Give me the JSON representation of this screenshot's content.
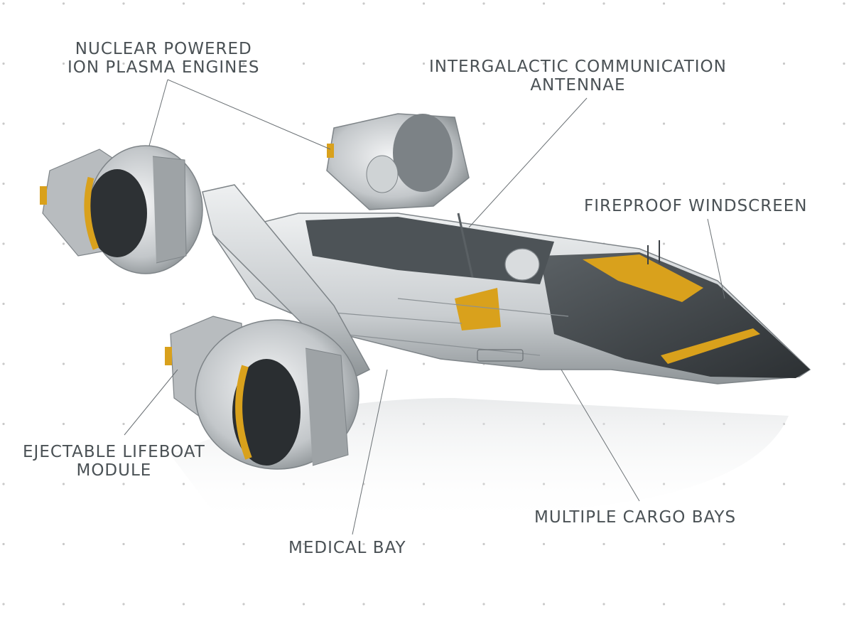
{
  "diagram": {
    "callouts": [
      {
        "id": "engines",
        "lines": [
          "NUCLEAR POWERED",
          "ION PLASMA ENGINES"
        ]
      },
      {
        "id": "antennae",
        "lines": [
          "INTERGALACTIC COMMUNICATION",
          "ANTENNAE"
        ]
      },
      {
        "id": "windscreen",
        "lines": [
          "FIREPROOF WINDSCREEN"
        ]
      },
      {
        "id": "lifeboat",
        "lines": [
          "EJECTABLE LIFEBOAT",
          "MODULE"
        ]
      },
      {
        "id": "medical",
        "lines": [
          "MEDICAL BAY"
        ]
      },
      {
        "id": "cargo",
        "lines": [
          "MULTIPLE CARGO BAYS"
        ]
      }
    ],
    "colors": {
      "label_text": "#4a5155",
      "leader_line": "#6b7175",
      "hull_light": "#d9dcde",
      "hull_mid": "#a9aeb1",
      "hull_dark": "#3b4044",
      "accent_yellow": "#d9a11c",
      "grid_dot": "#c9c9c9"
    }
  }
}
